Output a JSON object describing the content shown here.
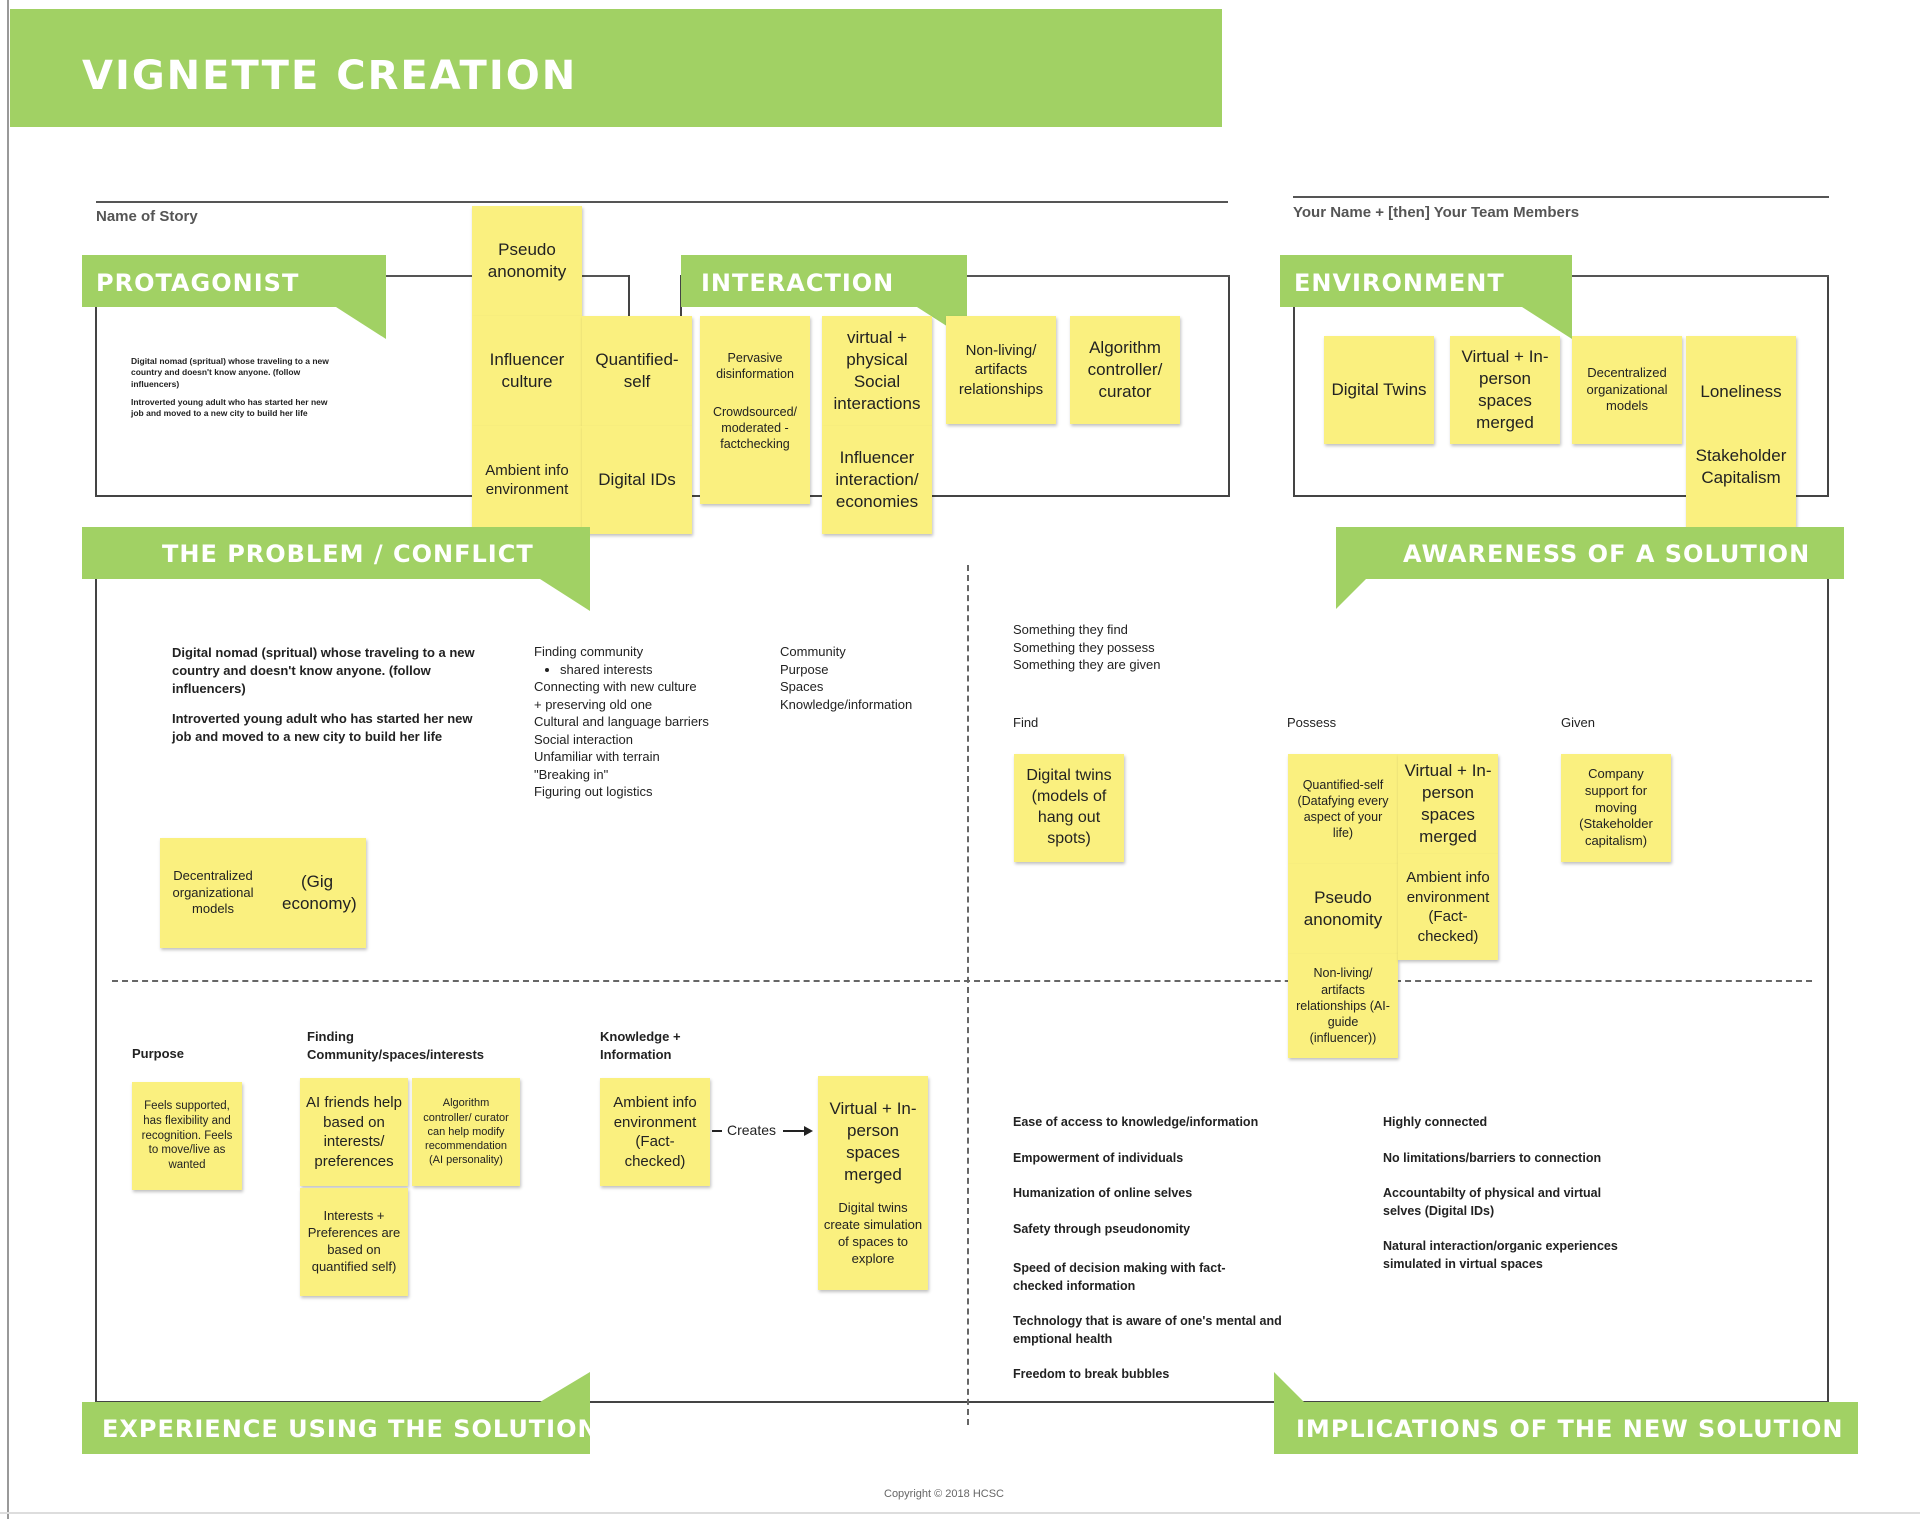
{
  "title": "VIGNETTE CREATION",
  "header": {
    "story_label": "Name of Story",
    "team_label": "Your Name + [then] Your Team Members"
  },
  "sections": {
    "protagonist": "PROTAGONIST",
    "interaction": "INTERACTION",
    "environment": "ENVIRONMENT",
    "problem": "THE PROBLEM / CONFLICT",
    "awareness": "AWARENESS OF A SOLUTION",
    "experience": "EXPERIENCE USING THE SOLUTION",
    "implications": "IMPLICATIONS OF THE NEW SOLUTION"
  },
  "protagonist": {
    "text1": "Digital nomad (spritual) whose traveling to a new country and doesn't know anyone. (follow influencers)",
    "text2": "Introverted young adult who has started her new job and moved to a new city to build her life"
  },
  "stickies_top": {
    "pseudo": "Pseudo anonomity",
    "influencer_culture": "Influencer culture",
    "quantified_self": "Quantified-self",
    "ambient": "Ambient info environment",
    "digital_ids": "Digital IDs",
    "pervasive": "Pervasive disinformation",
    "crowdsourced": "Crowdsourced/ moderated - factchecking",
    "virtual_physical": "virtual + physical Social interactions",
    "influencer_interaction": "Influencer interaction/ economies",
    "non_living": "Non-living/ artifacts relationships",
    "algorithm": "Algorithm controller/ curator"
  },
  "environment": {
    "digital_twins": "Digital Twins",
    "virtual_in_person": "Virtual + In-person spaces merged",
    "decentralized": "Decentralized organizational models",
    "loneliness": "Loneliness",
    "stakeholder": "Stakeholder Capitalism"
  },
  "problem": {
    "bold1": "Digital nomad (spritual) whose traveling to a new country and doesn't know anyone. (follow influencers)",
    "bold2": "Introverted young adult who has started her new job and moved to a new city to build her life",
    "list1_first": "Finding community",
    "list1_bullet": "shared interests",
    "list1_rest": [
      "Connecting with new culture",
      "+ preserving old one",
      "Cultural and language barriers",
      "Social interaction",
      "Unfamiliar with terrain",
      "\"Breaking in\"",
      "Figuring out logistics"
    ],
    "list2": [
      "Community",
      "Purpose",
      "Spaces",
      "Knowledge/information"
    ],
    "sticky_left": "Decentralized organizational models",
    "sticky_right": "(Gig economy)"
  },
  "awareness": {
    "intro": [
      "Something they find",
      "Something they possess",
      "Something they are given"
    ],
    "find_label": "Find",
    "possess_label": "Possess",
    "given_label": "Given",
    "find_sticky": "Digital twins (models of hang out spots)",
    "qs_sticky": "Quantified-self (Datafying every aspect of your life)",
    "pseudo_sticky": "Pseudo anonomity",
    "nonliving_sticky": "Non-living/ artifacts relationships (AI- guide (influencer))",
    "virtual_sticky": "Virtual + In-person spaces merged",
    "ambient_sticky": "Ambient info environment (Fact-checked)",
    "given_sticky": "Company support for moving (Stakeholder capitalism)"
  },
  "experience": {
    "purpose_label": "Purpose",
    "finding_label": "Finding Community/spaces/interests",
    "knowledge_label": "Knowledge + Information",
    "purpose_sticky": "Feels supported, has flexibility and recognition. Feels to move/live as wanted",
    "ai_friends": "AI friends help based on interests/ preferences",
    "algorithm_sticky": "Algorithm controller/ curator can help modify recommendation (AI personality)",
    "interests_sticky": "Interests + Preferences are based on quantified self)",
    "ambient_sticky": "Ambient info environment (Fact-checked)",
    "creates": "Creates",
    "virtual_top": "Virtual + In-person spaces merged",
    "virtual_bottom": "Digital twins create simulation of spaces to explore"
  },
  "implications": {
    "left": [
      "Ease of access to knowledge/information",
      "Empowerment of individuals",
      "Humanization of online selves",
      "Safety through pseudonomity",
      "Speed of decision making with fact-checked information",
      "Technology that is aware of one's mental and emptional health",
      "Freedom to break bubbles"
    ],
    "right": [
      "Highly connected",
      "No limitations/barriers to connection",
      "Accountabilty of physical and virtual selves (Digital IDs)",
      "Natural interaction/organic experiences simulated in virtual spaces"
    ]
  },
  "copyright": "Copyright © 2018  HCSC",
  "colors": {
    "banner": "#a1d164",
    "sticky": "#faf07f"
  }
}
